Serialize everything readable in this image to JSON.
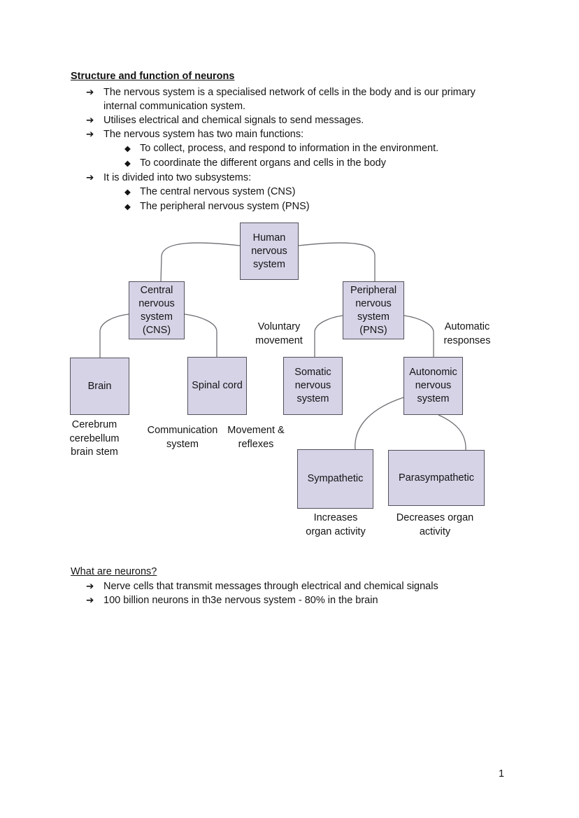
{
  "bullets": {
    "arrow": "➔",
    "diamond": "◆"
  },
  "section1": {
    "heading": "Structure and function of neurons",
    "items": [
      {
        "level": 1,
        "text": "The nervous system is a specialised network of cells in the body and is our primary internal communication system."
      },
      {
        "level": 1,
        "text": "Utilises electrical and chemical signals to send messages."
      },
      {
        "level": 1,
        "text": "The nervous system has two main functions:"
      },
      {
        "level": 2,
        "text": "To collect, process, and respond to information in the environment."
      },
      {
        "level": 2,
        "text": "To coordinate the different organs and cells in the body"
      },
      {
        "level": 1,
        "text": "It is divided into two subsystems:"
      },
      {
        "level": 2,
        "text": "The central nervous system (CNS)"
      },
      {
        "level": 2,
        "text": "The peripheral nervous system (PNS)"
      }
    ]
  },
  "diagram": {
    "nodes": {
      "human": "Human nervous system",
      "central": "Central nervous system (CNS)",
      "peripheral": "Peripheral nervous system (PNS)",
      "brain": "Brain",
      "spinal": "Spinal cord",
      "somatic": "Somatic nervous system",
      "autonomic": "Autonomic nervous system",
      "sympathetic": "Sympathetic",
      "parasympathetic": "Parasympathetic"
    },
    "annotations": {
      "voluntary": "Voluntary movement",
      "automatic": "Automatic responses",
      "brain_parts": "Cerebrum cerebellum brain stem",
      "communication": "Communication system",
      "movement": "Movement & reflexes",
      "increases": "Increases organ activity",
      "decreases": "Decreases organ activity"
    },
    "colors": {
      "box_fill": "#d6d3e7",
      "box_border": "#52515a",
      "connector": "#6e6e74"
    }
  },
  "section2": {
    "heading": "What are neurons?",
    "items": [
      {
        "level": 1,
        "text": "Nerve cells that transmit messages through electrical and chemical signals"
      },
      {
        "level": 1,
        "text": "100 billion neurons in th3e nervous system - 80% in the brain"
      }
    ]
  },
  "page_number": "1"
}
